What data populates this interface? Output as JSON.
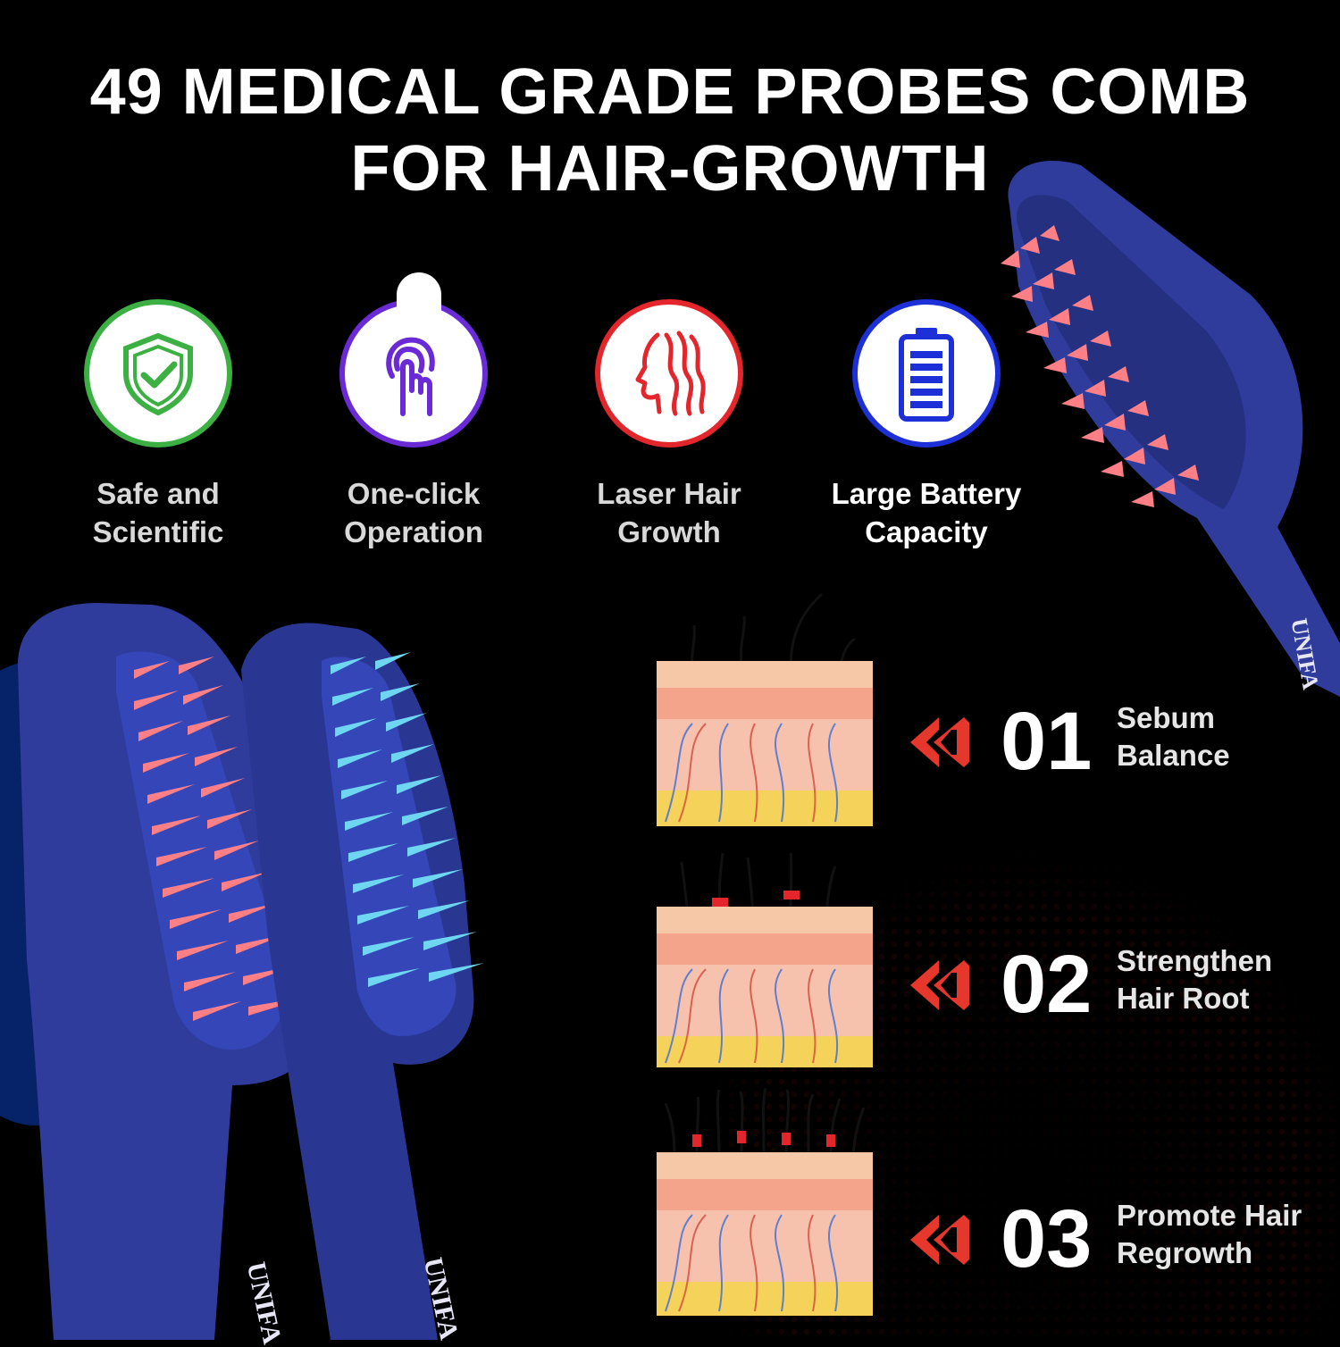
{
  "title": {
    "line1": "49 MEDICAL GRADE PROBES COMB",
    "line2": "FOR HAIR-GROWTH"
  },
  "features": [
    {
      "icon": "shield-check-icon",
      "color": "#3cb043",
      "line1": "Safe and",
      "line2": "Scientific"
    },
    {
      "icon": "finger-touch-icon",
      "color": "#6a2ad6",
      "line1": "One-click",
      "line2": "Operation"
    },
    {
      "icon": "hair-profile-icon",
      "color": "#e3262b",
      "line1": "Laser Hair",
      "line2": "Growth"
    },
    {
      "icon": "battery-icon",
      "color": "#1d2fd6",
      "line1": "Large Battery",
      "line2": "Capacity"
    }
  ],
  "steps": [
    {
      "number": "01",
      "line1": "Sebum",
      "line2": "Balance"
    },
    {
      "number": "02",
      "line1": "Strengthen",
      "line2": "Hair Root"
    },
    {
      "number": "03",
      "line1": "Promote Hair",
      "line2": "Regrowth"
    }
  ],
  "brand": "UNIFA",
  "colors": {
    "background": "#000000",
    "comb_body": "#2f3c9c",
    "red_probe": "#ff7f86",
    "blue_probe": "#6fd6f2",
    "arrow": "#e5372c",
    "dot_glow": "#c0201e"
  }
}
